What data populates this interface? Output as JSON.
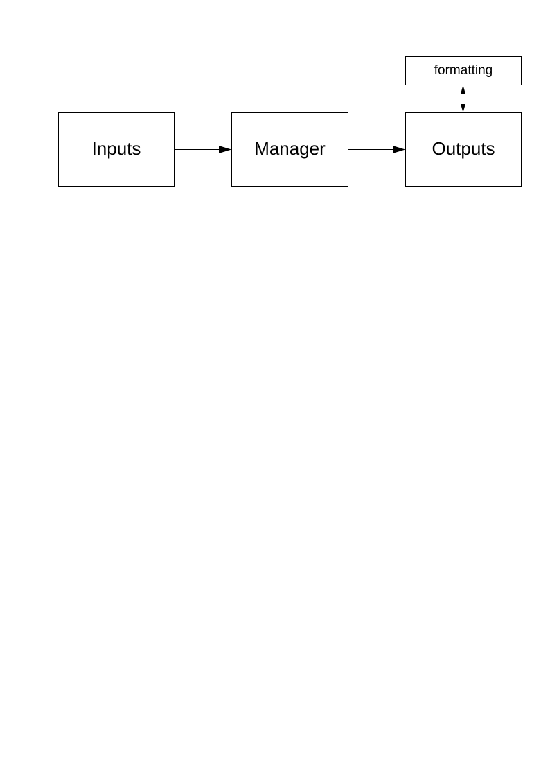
{
  "diagram": {
    "nodes": {
      "inputs": {
        "label": "Inputs"
      },
      "manager": {
        "label": "Manager"
      },
      "outputs": {
        "label": "Outputs"
      },
      "formatting": {
        "label": "formatting"
      }
    },
    "edges": [
      {
        "from": "inputs",
        "to": "manager",
        "direction": "forward"
      },
      {
        "from": "manager",
        "to": "outputs",
        "direction": "forward"
      },
      {
        "from": "outputs",
        "to": "formatting",
        "direction": "both"
      }
    ],
    "colors": {
      "stroke": "#000000",
      "fill": "#ffffff",
      "text": "#000000"
    }
  }
}
